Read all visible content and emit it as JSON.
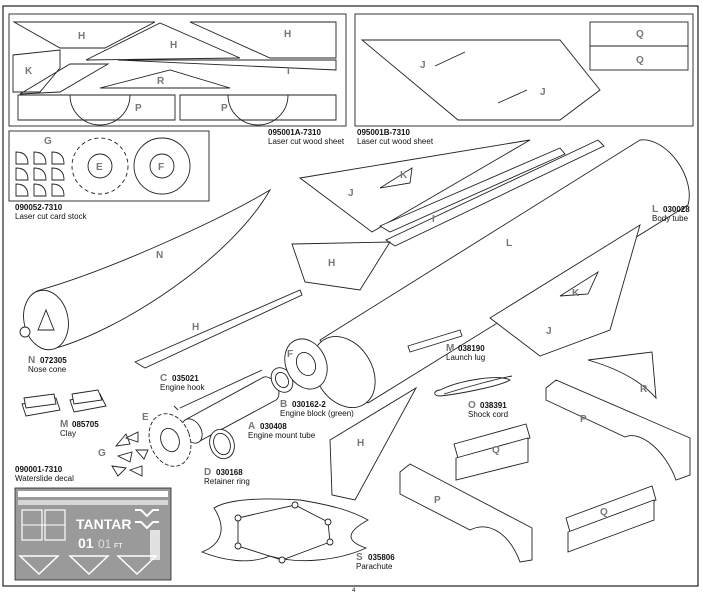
{
  "page_header": "",
  "sheets": {
    "sheet_a": {
      "code": "095001A-7310",
      "desc": "Laser cut wood sheet"
    },
    "sheet_b": {
      "code": "095001B-7310",
      "desc": "Laser cut wood sheet"
    },
    "card": {
      "code": "090052-7310",
      "desc": "Laser cut card stock"
    }
  },
  "letters": {
    "H": "H",
    "I": "I",
    "J": "J",
    "K": "K",
    "L": "L",
    "N": "N",
    "P": "P",
    "Q": "Q",
    "R": "R",
    "G": "G",
    "E": "E",
    "F": "F",
    "M": "M",
    "C": "C",
    "B": "B",
    "A": "A",
    "D": "D",
    "O": "O",
    "S": "S"
  },
  "parts": {
    "nose_cone": {
      "letter": "N",
      "code": "072305",
      "desc": "Nose cone"
    },
    "engine_hook": {
      "letter": "C",
      "code": "035021",
      "desc": "Engine hook"
    },
    "engine_block": {
      "letter": "B",
      "code": "030162-2",
      "desc": "Engine block (green)"
    },
    "engine_mount": {
      "letter": "A",
      "code": "030408",
      "desc": "Engine mount tube"
    },
    "retainer": {
      "letter": "D",
      "code": "030168",
      "desc": "Retainer ring"
    },
    "clay": {
      "letter": "M",
      "code": "085705",
      "desc": "Clay"
    },
    "launch_lug": {
      "letter": "M",
      "code": "038190",
      "desc": "Launch lug"
    },
    "shock_cord": {
      "letter": "O",
      "code": "038391",
      "desc": "Shock cord"
    },
    "body_tube": {
      "letter": "L",
      "code": "030028",
      "desc": "Body tube"
    },
    "parachute": {
      "letter": "S",
      "code": "035806",
      "desc": "Parachute"
    },
    "decal": {
      "code": "090001-7310",
      "desc": "Waterslide decal"
    }
  },
  "decal_text": {
    "brand": "TANTAR",
    "num": "01",
    "num2": "01",
    "ft": "FT"
  },
  "page_number": "4"
}
